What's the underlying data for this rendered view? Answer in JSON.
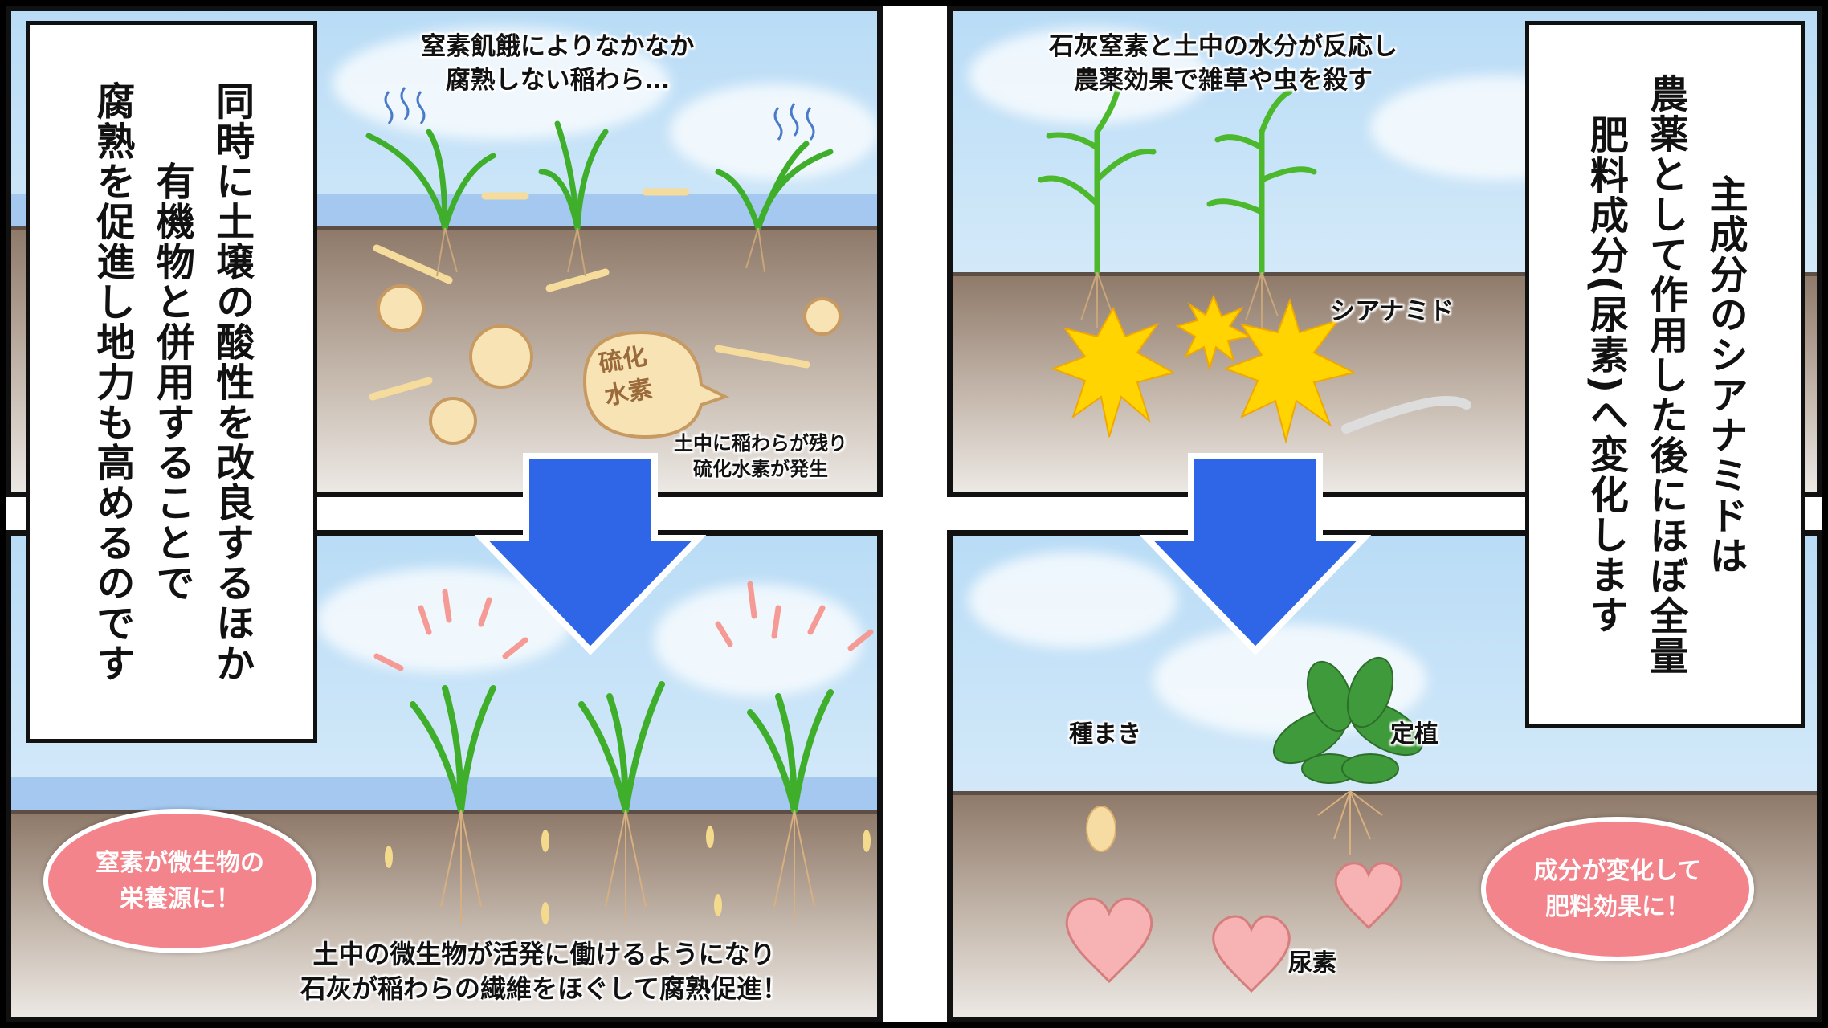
{
  "left_box": {
    "lines": [
      "同時に土壌の酸性を改良するほか",
      "有機物と併用することで",
      "腐熟を促進し地力も高めるのです"
    ]
  },
  "right_box": {
    "lines": [
      "主成分のシアナミドは",
      "農薬として作用した後にほぼ全量",
      "肥料成分(尿素)へ変化します"
    ]
  },
  "panel_tl": {
    "caption": [
      "窒素飢餓によりなかなか",
      "腐熟しない稲わら…"
    ],
    "bubble": [
      "硫化",
      "水素"
    ],
    "note": [
      "土中に稲わらが残り",
      "硫化水素が発生"
    ]
  },
  "panel_tr": {
    "caption": [
      "石灰窒素と土中の水分が反応し",
      "農薬効果で雑草や虫を殺す"
    ],
    "label": "シアナミド"
  },
  "panel_bl": {
    "badge": [
      "窒素が微生物の",
      "栄養源に！"
    ],
    "caption": [
      "土中の微生物が活発に働けるようになり",
      "石灰が稲わらの繊維をほぐして腐熟促進！"
    ]
  },
  "panel_br": {
    "seed_label": "種まき",
    "plant_label": "定植",
    "urea_label": "尿素",
    "badge": [
      "成分が変化して",
      "肥料効果に！"
    ]
  },
  "colors": {
    "arrow": "#2f66e8",
    "badge": "#f4848c",
    "plant": "#3fae2a",
    "flash": "#ffd400"
  }
}
